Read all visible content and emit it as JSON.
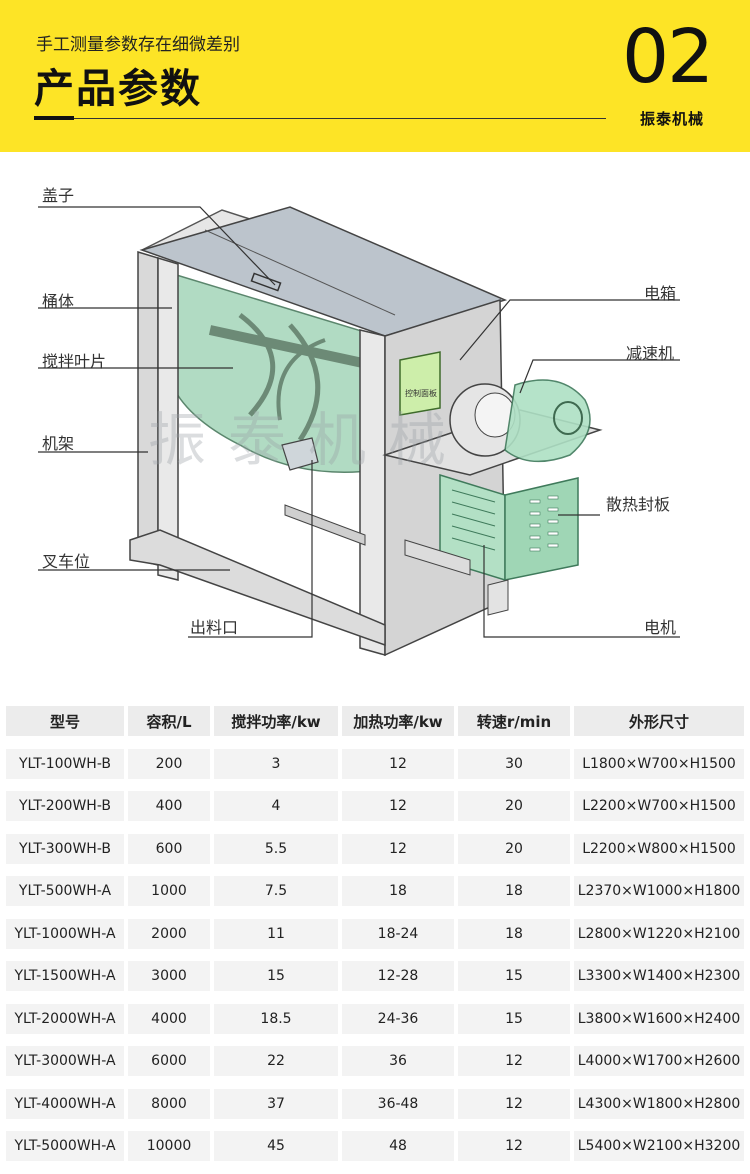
{
  "header": {
    "subtitle": "手工测量参数存在细微差别",
    "title": "产品参数",
    "number": "02",
    "brand": "振泰机械"
  },
  "diagram": {
    "watermark": "振泰机械",
    "control_box_label": "控制面板",
    "callouts_left": [
      "盖子",
      "桶体",
      "搅拌叶片",
      "机架",
      "叉车位",
      "出料口"
    ],
    "callouts_right": [
      "电箱",
      "减速机",
      "散热封板",
      "电机"
    ]
  },
  "table": {
    "headers": [
      "型号",
      "容积/L",
      "搅拌功率/kw",
      "加热功率/kw",
      "转速r/min",
      "外形尺寸"
    ],
    "rows": [
      [
        "YLT-100WH-B",
        "200",
        "3",
        "12",
        "30",
        "L1800×W700×H1500"
      ],
      [
        "YLT-200WH-B",
        "400",
        "4",
        "12",
        "20",
        "L2200×W700×H1500"
      ],
      [
        "YLT-300WH-B",
        "600",
        "5.5",
        "12",
        "20",
        "L2200×W800×H1500"
      ],
      [
        "YLT-500WH-A",
        "1000",
        "7.5",
        "18",
        "18",
        "L2370×W1000×H1800"
      ],
      [
        "YLT-1000WH-A",
        "2000",
        "11",
        "18-24",
        "18",
        "L2800×W1220×H2100"
      ],
      [
        "YLT-1500WH-A",
        "3000",
        "15",
        "12-28",
        "15",
        "L3300×W1400×H2300"
      ],
      [
        "YLT-2000WH-A",
        "4000",
        "18.5",
        "24-36",
        "15",
        "L3800×W1600×H2400"
      ],
      [
        "YLT-3000WH-A",
        "6000",
        "22",
        "36",
        "12",
        "L4000×W1700×H2600"
      ],
      [
        "YLT-4000WH-A",
        "8000",
        "37",
        "36-48",
        "12",
        "L4300×W1800×H2800"
      ],
      [
        "YLT-5000WH-A",
        "10000",
        "45",
        "48",
        "12",
        "L5400×W2100×H3200"
      ]
    ]
  }
}
